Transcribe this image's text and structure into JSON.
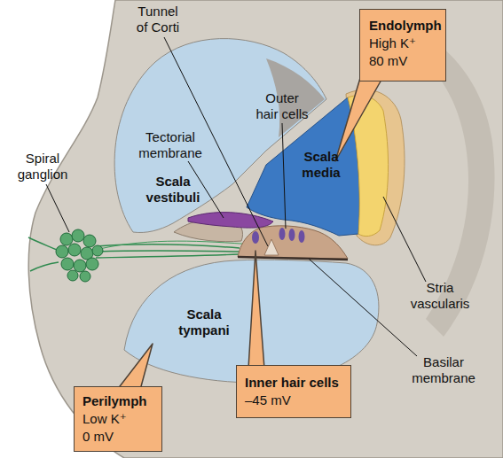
{
  "diagram": {
    "nodes": [
      {
        "text": [
          "Endolymph",
          "High K⁺ 80 mV"
        ]
      },
      {
        "text": [
          "Inner hair cells",
          "–45 mV"
        ]
      },
      {
        "text": [
          "Perilymph",
          "Low K⁺ 0 mV"
        ]
      }
    ],
    "labels": [
      "Tunnel of Corti",
      "Outer hair cells",
      "Tectorial membrane",
      "Spiral ganglion",
      "Scala vestibuli",
      "Scala media",
      "Scala tympani",
      "Stria vascularis",
      "Basilar membrane"
    ]
  }
}
